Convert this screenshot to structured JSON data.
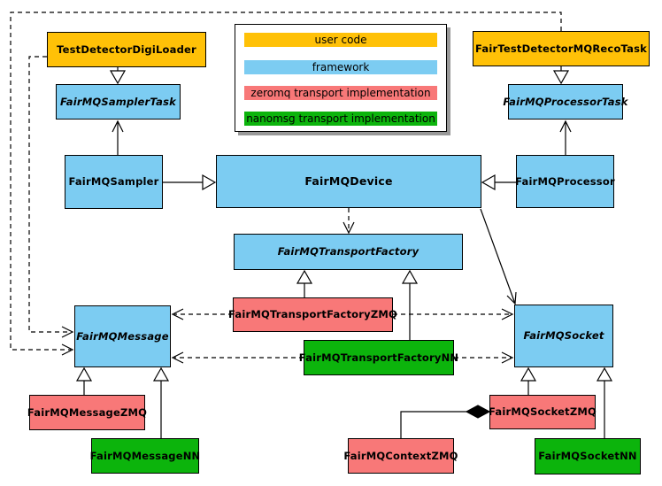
{
  "diagram_type": "uml-class-diagram",
  "colors": {
    "user_code": "#FFC107",
    "framework": "#7CCCF2",
    "zeromq_transport": "#F87878",
    "nanomsg_transport": "#0CB40C"
  },
  "legend": {
    "items": [
      {
        "label": "user code",
        "color": "#FFC107"
      },
      {
        "label": "framework",
        "color": "#7CCCF2"
      },
      {
        "label": "zeromq transport implementation",
        "color": "#F87878"
      },
      {
        "label": "nanomsg transport implementation",
        "color": "#0CB40C"
      }
    ]
  },
  "nodes": {
    "TestDetectorDigiLoader": {
      "label": "TestDetectorDigiLoader",
      "category": "user code",
      "abstract": false
    },
    "FairTestDetectorMQRecoTask": {
      "label": "FairTestDetectorMQRecoTask",
      "category": "user code",
      "abstract": false
    },
    "FairMQSamplerTask": {
      "label": "FairMQSamplerTask",
      "category": "framework",
      "abstract": true
    },
    "FairMQProcessorTask": {
      "label": "FairMQProcessorTask",
      "category": "framework",
      "abstract": true
    },
    "FairMQSampler": {
      "label": "FairMQSampler",
      "category": "framework",
      "abstract": false
    },
    "FairMQDevice": {
      "label": "FairMQDevice",
      "category": "framework",
      "abstract": false
    },
    "FairMQProcessor": {
      "label": "FairMQProcessor",
      "category": "framework",
      "abstract": false
    },
    "FairMQTransportFactory": {
      "label": "FairMQTransportFactory",
      "category": "framework",
      "abstract": true
    },
    "FairMQTransportFactoryZMQ": {
      "label": "FairMQTransportFactoryZMQ",
      "category": "zeromq transport implementation",
      "abstract": false
    },
    "FairMQTransportFactoryNN": {
      "label": "FairMQTransportFactoryNN",
      "category": "nanomsg transport implementation",
      "abstract": false
    },
    "FairMQMessage": {
      "label": "FairMQMessage",
      "category": "framework",
      "abstract": true
    },
    "FairMQSocket": {
      "label": "FairMQSocket",
      "category": "framework",
      "abstract": true
    },
    "FairMQMessageZMQ": {
      "label": "FairMQMessageZMQ",
      "category": "zeromq transport implementation",
      "abstract": false
    },
    "FairMQMessageNN": {
      "label": "FairMQMessageNN",
      "category": "nanomsg transport implementation",
      "abstract": false
    },
    "FairMQSocketZMQ": {
      "label": "FairMQSocketZMQ",
      "category": "zeromq transport implementation",
      "abstract": false
    },
    "FairMQSocketNN": {
      "label": "FairMQSocketNN",
      "category": "nanomsg transport implementation",
      "abstract": false
    },
    "FairMQContextZMQ": {
      "label": "FairMQContextZMQ",
      "category": "zeromq transport implementation",
      "abstract": false
    }
  },
  "relationships": [
    {
      "from": "TestDetectorDigiLoader",
      "to": "FairMQSamplerTask",
      "type": "inheritance",
      "line": "solid"
    },
    {
      "from": "FairTestDetectorMQRecoTask",
      "to": "FairMQProcessorTask",
      "type": "inheritance",
      "line": "solid"
    },
    {
      "from": "FairMQSampler",
      "to": "FairMQDevice",
      "type": "inheritance",
      "line": "solid"
    },
    {
      "from": "FairMQProcessor",
      "to": "FairMQDevice",
      "type": "inheritance",
      "line": "solid"
    },
    {
      "from": "FairMQSampler",
      "to": "FairMQSamplerTask",
      "type": "association",
      "line": "solid"
    },
    {
      "from": "FairMQProcessor",
      "to": "FairMQProcessorTask",
      "type": "association",
      "line": "solid"
    },
    {
      "from": "FairMQDevice",
      "to": "FairMQTransportFactory",
      "type": "dependency",
      "line": "dashed"
    },
    {
      "from": "FairMQDevice",
      "to": "FairMQSocket",
      "type": "association",
      "line": "solid"
    },
    {
      "from": "FairMQTransportFactoryZMQ",
      "to": "FairMQTransportFactory",
      "type": "inheritance",
      "line": "solid"
    },
    {
      "from": "FairMQTransportFactoryNN",
      "to": "FairMQTransportFactory",
      "type": "inheritance",
      "line": "solid"
    },
    {
      "from": "FairMQTransportFactoryZMQ",
      "to": "FairMQMessage",
      "type": "dependency",
      "line": "dashed"
    },
    {
      "from": "FairMQTransportFactoryZMQ",
      "to": "FairMQSocket",
      "type": "dependency",
      "line": "dashed"
    },
    {
      "from": "FairMQTransportFactoryNN",
      "to": "FairMQMessage",
      "type": "dependency",
      "line": "dashed"
    },
    {
      "from": "FairMQTransportFactoryNN",
      "to": "FairMQSocket",
      "type": "dependency",
      "line": "dashed"
    },
    {
      "from": "TestDetectorDigiLoader",
      "to": "FairMQMessage",
      "type": "dependency",
      "line": "dashed"
    },
    {
      "from": "FairTestDetectorMQRecoTask",
      "to": "FairMQMessage",
      "type": "dependency",
      "line": "dashed"
    },
    {
      "from": "FairMQMessageZMQ",
      "to": "FairMQMessage",
      "type": "inheritance",
      "line": "solid"
    },
    {
      "from": "FairMQMessageNN",
      "to": "FairMQMessage",
      "type": "inheritance",
      "line": "solid"
    },
    {
      "from": "FairMQSocketZMQ",
      "to": "FairMQSocket",
      "type": "inheritance",
      "line": "solid"
    },
    {
      "from": "FairMQSocketNN",
      "to": "FairMQSocket",
      "type": "inheritance",
      "line": "solid"
    },
    {
      "from": "FairMQContextZMQ",
      "to": "FairMQSocketZMQ",
      "type": "composition",
      "line": "solid"
    }
  ]
}
